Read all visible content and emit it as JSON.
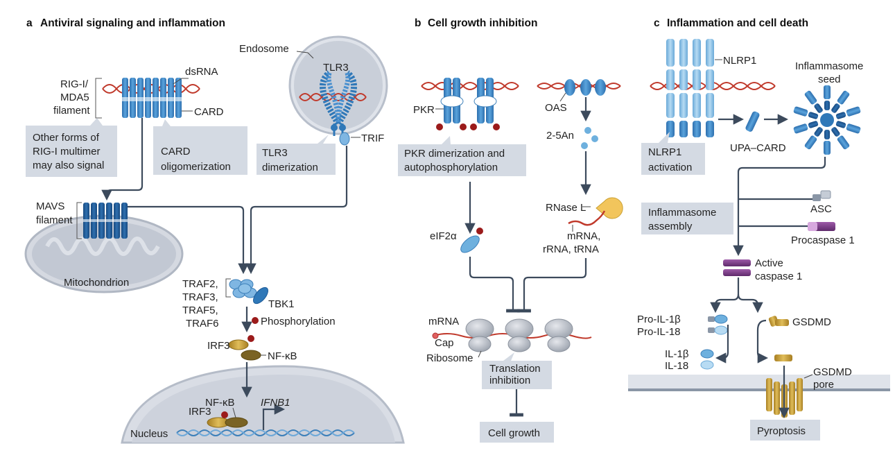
{
  "panels": {
    "a": {
      "letter": "a",
      "title": "Antiviral signaling and inflammation",
      "labels": {
        "endosome": "Endosome",
        "tlr3": "TLR3",
        "rig_line1": "RIG-I/",
        "rig_line2": "MDA5",
        "rig_line3": "filament",
        "dsrna": "dsRNA",
        "card": "CARD",
        "trif": "TRIF",
        "mavs_line1": "MAVS",
        "mavs_line2": "filament",
        "mitochondrion": "Mitochondrion",
        "traf_line1": "TRAF2,",
        "traf_line2": "TRAF3,",
        "traf_line3": "TRAF5,",
        "traf_line4": "TRAF6",
        "tbk1": "TBK1",
        "phosphorylation": "Phosphorylation",
        "irf3": "IRF3",
        "nfkb": "NF-κB",
        "nfkb_nucleus": "NF-κB",
        "irf3_nucleus": "IRF3",
        "ifnb1": "IFNB1",
        "nucleus": "Nucleus"
      },
      "callouts": {
        "other_forms": [
          "Other forms of",
          "RIG-I multimer",
          "may also signal"
        ],
        "card_olig": [
          "CARD",
          "oligomerization"
        ],
        "tlr3_dimer": [
          "TLR3",
          "dimerization"
        ]
      }
    },
    "b": {
      "letter": "b",
      "title": "Cell growth inhibition",
      "labels": {
        "pkr": "PKR",
        "oas": "OAS",
        "two5an": "2-5An",
        "rnasel": "RNase L",
        "rna_line1": "mRNA,",
        "rna_line2": "rRNA, tRNA",
        "eif2a": "eIF2α",
        "mrna": "mRNA",
        "cap": "Cap",
        "ribosome": "Ribosome"
      },
      "callouts": {
        "pkr_dimer": [
          "PKR dimerization and",
          "autophosphorylation"
        ],
        "translation": [
          "Translation",
          "inhibition"
        ],
        "cell_growth": [
          "Cell growth"
        ]
      }
    },
    "c": {
      "letter": "c",
      "title": "Inflammation and cell death",
      "labels": {
        "nlrp1": "NLRP1",
        "inflammasome_line1": "Inflammasome",
        "inflammasome_line2": "seed",
        "upa_card": "UPA–CARD",
        "asc": "ASC",
        "procaspase": "Procaspase 1",
        "active_line1": "Active",
        "active_line2": "caspase 1",
        "pro_il1b": "Pro-IL-1β",
        "pro_il18": "Pro-IL-18",
        "il1b": "IL-1β",
        "il18": "IL-18",
        "gsdmd": "GSDMD",
        "gsdmd_pore_line1": "GSDMD",
        "gsdmd_pore_line2": "pore"
      },
      "callouts": {
        "nlrp1_activation": [
          "NLRP1",
          "activation"
        ],
        "inflammasome_assembly": [
          "Inflammasome",
          "assembly"
        ],
        "pyroptosis": [
          "Pyroptosis"
        ]
      }
    }
  },
  "colors": {
    "callout_box": "#d4dae3",
    "arrow": "#3c4a5c",
    "filament_blue": "#3c86c4",
    "dark_blue": "#1f5d99",
    "light_blue": "#8cc1e6",
    "phospho_red": "#9b1b1b",
    "purple": "#7d3a88",
    "gold": "#c8a03c",
    "membrane_gray": "#c5cbd6"
  }
}
